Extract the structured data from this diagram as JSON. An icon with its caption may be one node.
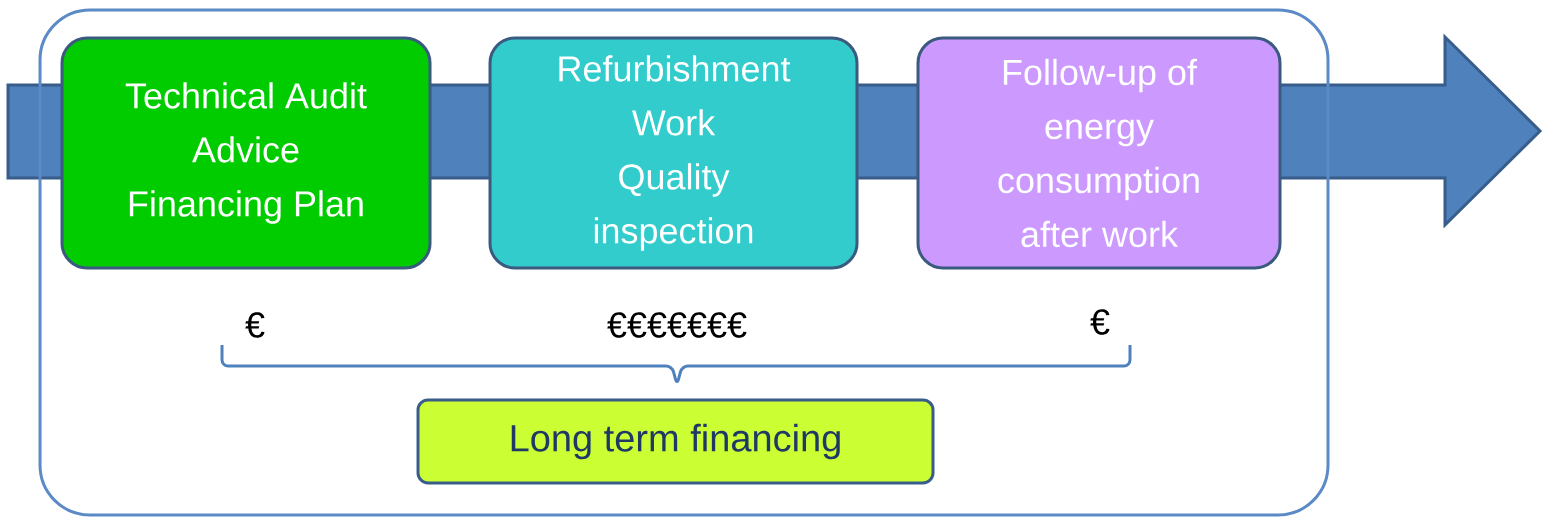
{
  "diagram": {
    "nodes": [
      {
        "text": [],
        "shape": "box"
      },
      {
        "text": [
          "Technical Audit",
          "Advice",
          "Financing Plan"
        ],
        "in": 0
      },
      {
        "text": [
          "Refurbishment Work",
          "Quality inspection"
        ],
        "in": 0
      },
      {
        "text": [
          "Follow-up of energy consumption after work"
        ],
        "in": 0
      },
      {
        "text": [
          "Long term financing"
        ],
        "in": 0
      }
    ],
    "labels": [
      "€",
      "€€€€€€€",
      "€"
    ]
  }
}
